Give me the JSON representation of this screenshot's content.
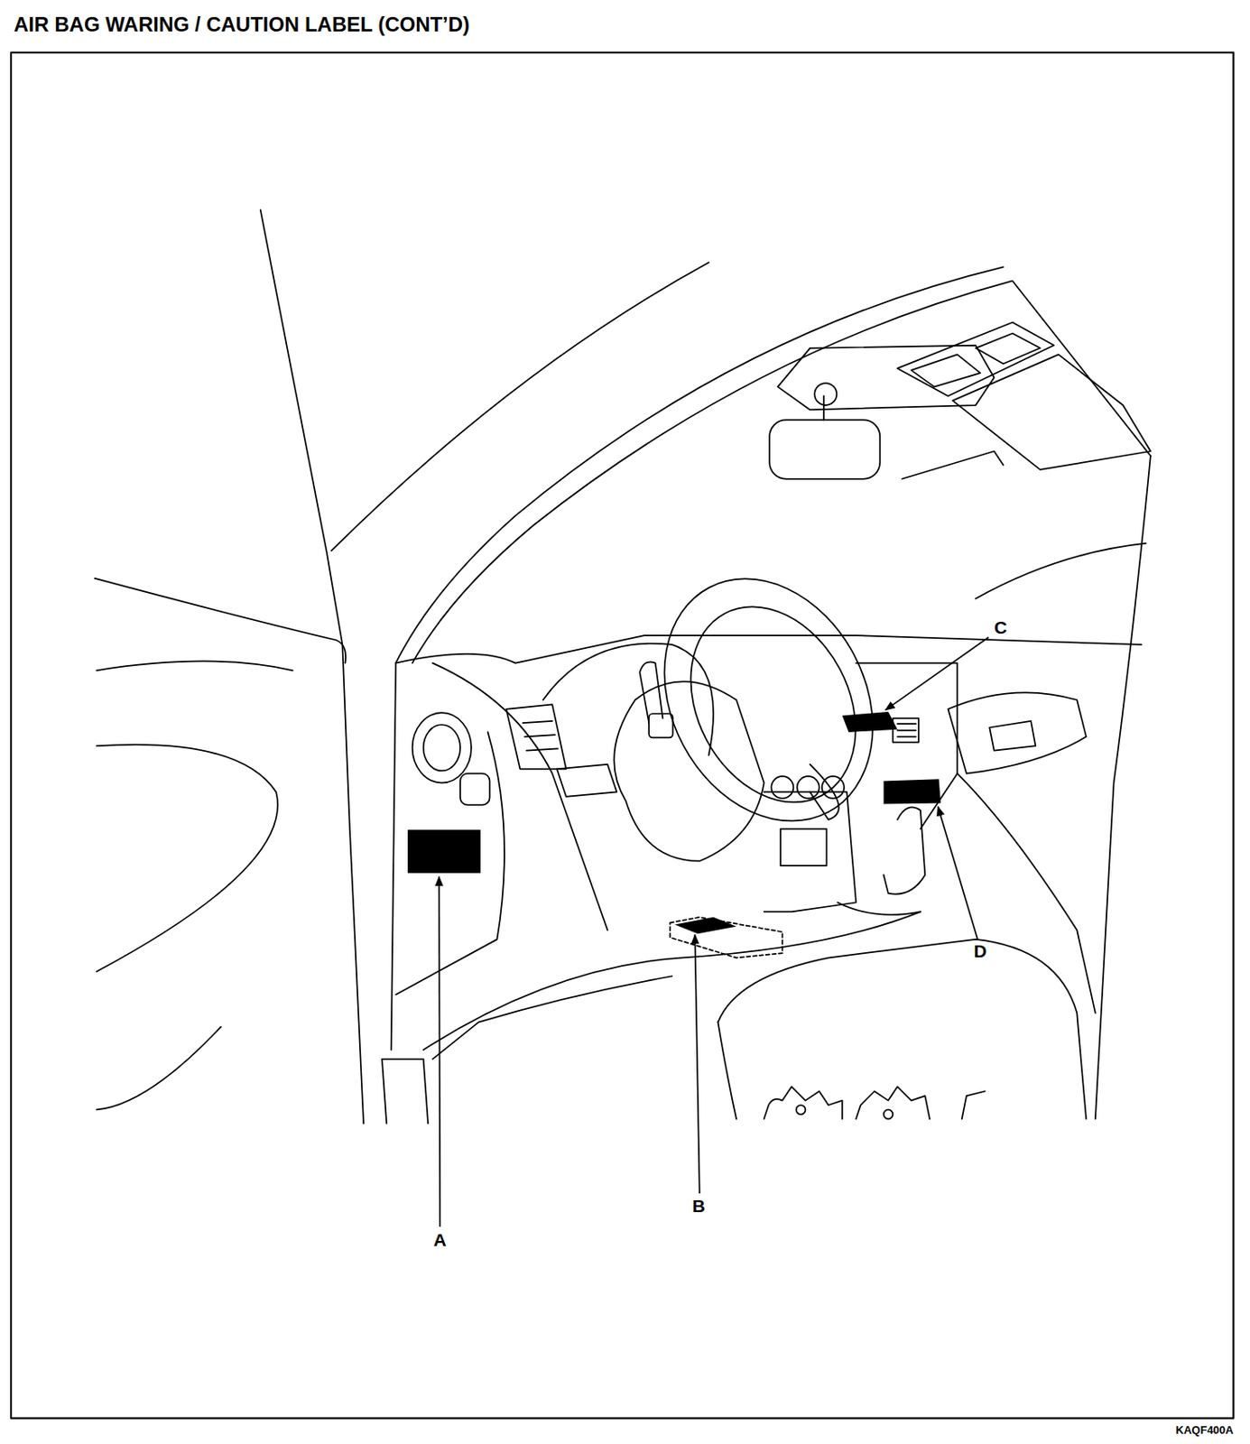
{
  "diagram": {
    "title": "AIR BAG WARING / CAUTION LABEL (CONT’D)",
    "labels": [
      "A",
      "B",
      "C",
      "D",
      "KAQF400A"
    ]
  }
}
